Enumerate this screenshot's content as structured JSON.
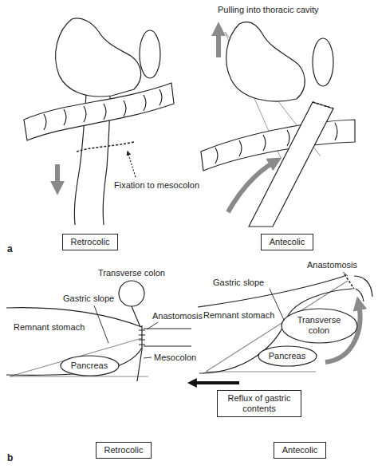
{
  "diagram": {
    "nodes": [
      {
        "text": [
          "Retrocolic"
        ]
      },
      {
        "text": [
          "Antecolic"
        ]
      },
      {
        "text": [
          "Transverse colon"
        ]
      },
      {
        "text": [
          "Transverse colon"
        ]
      },
      {
        "text": [
          "Pancreas"
        ]
      },
      {
        "text": [
          "Pancreas"
        ]
      },
      {
        "text": [
          "Reflux of gastric contents"
        ]
      },
      {
        "text": [
          "Retrocolic"
        ]
      },
      {
        "text": [
          "Antecolic"
        ]
      }
    ],
    "labels": [
      "Pulling into thoracic cavity",
      "Fixation to mesocolon",
      "a",
      "Gastric slope",
      "Anastomosis",
      "Remnant stomach",
      "Mesocolon",
      "Gastric slope",
      "Anastomosis",
      "Remnant stomach",
      "b"
    ]
  }
}
